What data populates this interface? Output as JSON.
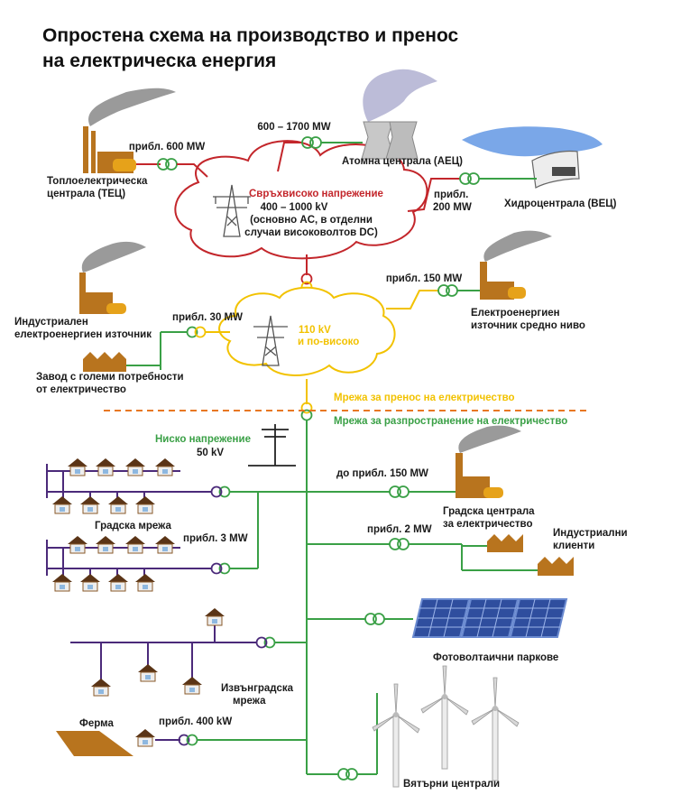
{
  "title": {
    "line1": "Опростена схема на производство и пренос",
    "line2": "на електрическа енергия"
  },
  "ehv_cloud": {
    "heading": "Свръхвисоко напрежение",
    "line2": "400 – 1000 kV",
    "line3": "(основно AC, в отделни",
    "line4": "случаи високоволтов DC)"
  },
  "hv_cloud": {
    "line1": "110 kV",
    "line2": "и по-високо"
  },
  "generators": {
    "tec": {
      "label1": "Топлоелектрическа",
      "label2": "централа (ТЕЦ)",
      "power": "прибл. 600 MW"
    },
    "aec": {
      "label": "Атомна централа (АЕЦ)",
      "power": "600 – 1700 MW"
    },
    "vec": {
      "label": "Хидроцентрала (ВЕЦ)",
      "power1": "прибл.",
      "power2": "200 MW"
    },
    "medium": {
      "label1": "Електроенергиен",
      "label2": "източник средно ниво",
      "power": "прибл. 150 MW"
    },
    "industrial": {
      "label1": "Индустриален",
      "label2": "електроенергиен източник",
      "power": "прибл. 30 MW"
    },
    "factory": {
      "label1": "Завод с големи потребности",
      "label2": "от електричество"
    }
  },
  "legend": {
    "transmission": "Мрежа за пренос на електричество",
    "distribution": "Мрежа за разпространение на електричество"
  },
  "distribution": {
    "low_voltage": "Ниско напрежение",
    "low_voltage_value": "50 kV",
    "city_grid": "Градска мрежа",
    "city_power": "прибл. 3 MW",
    "rural_grid1": "Извънградска",
    "rural_grid2": "мрежа",
    "farm": "Ферма",
    "farm_power": "прибл. 400 kW",
    "city_plant_power": "до прибл. 150 MW",
    "city_plant1": "Градска централа",
    "city_plant2": "за електричество",
    "industrial_power": "прибл. 2 MW",
    "industrial_clients1": "Индустриални",
    "industrial_clients2": "клиенти",
    "solar": "Фотоволтаични паркове",
    "wind": "Вятърни централи"
  },
  "colors": {
    "ehv": "#c3262b",
    "hv": "#f2c200",
    "distribution": "#3aa046",
    "low_voltage": "#4b2a7a",
    "building": "#b8741e"
  }
}
